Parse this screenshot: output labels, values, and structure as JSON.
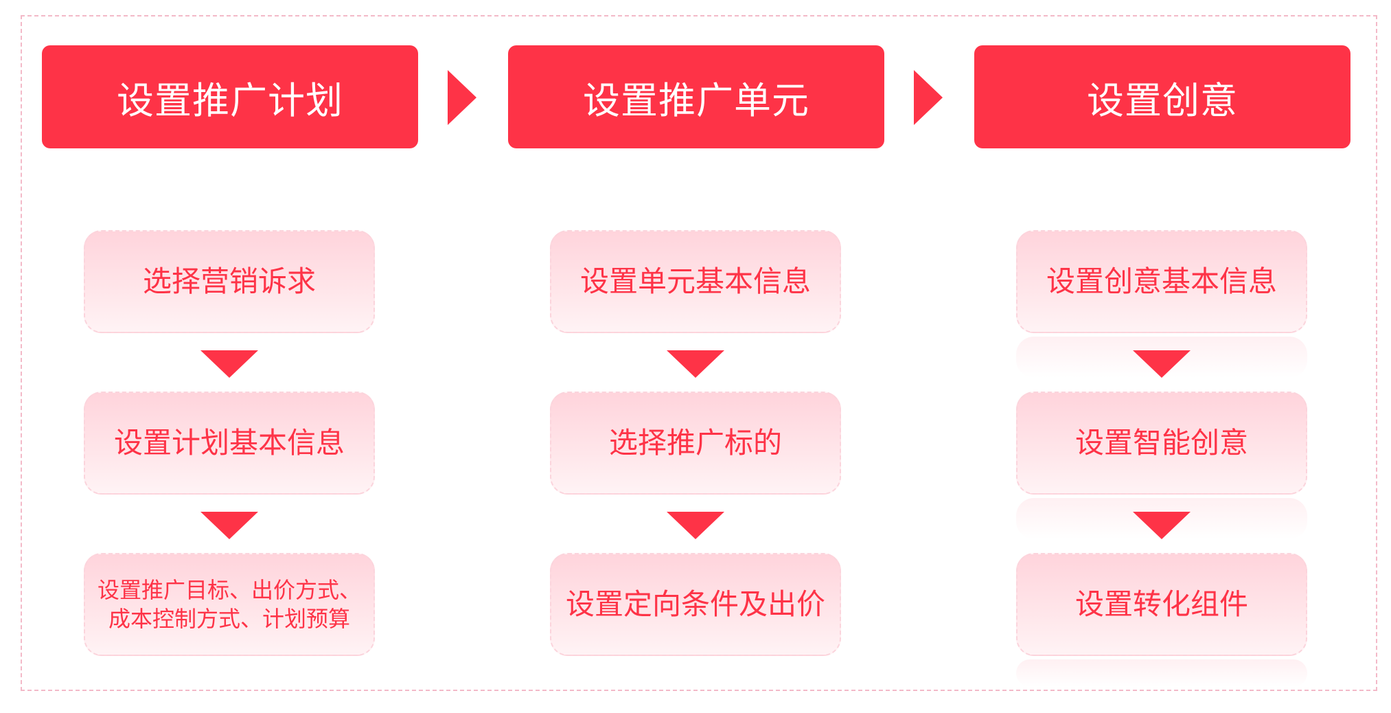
{
  "columns": [
    {
      "header": "设置推广计划",
      "steps": [
        "选择营销诉求",
        "设置计划基本信息",
        "设置推广目标、出价方式、\n成本控制方式、计划预算"
      ]
    },
    {
      "header": "设置推广单元",
      "steps": [
        "设置单元基本信息",
        "选择推广标的",
        "设置定向条件及出价"
      ]
    },
    {
      "header": "设置创意",
      "steps": [
        "设置创意基本信息",
        "设置智能创意",
        "设置转化组件"
      ]
    }
  ],
  "colors": {
    "accent": "#fe3347",
    "step_bg_top": "#ffd4dc",
    "step_bg_bottom": "#fff3f5",
    "frame_border": "#f3b9c8"
  }
}
